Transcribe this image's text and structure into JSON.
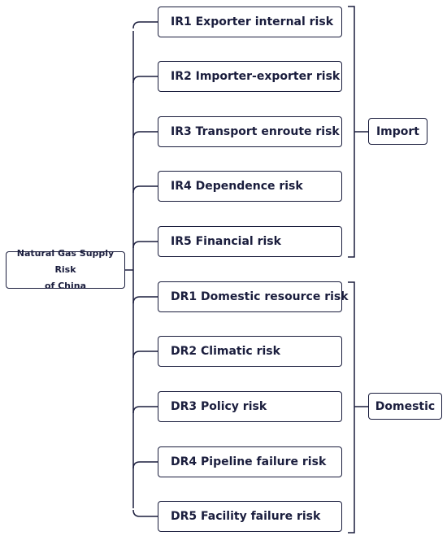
{
  "root": {
    "label_line1": "Natural Gas Supply Risk",
    "label_line2": "of China"
  },
  "groups": [
    {
      "label": "Import",
      "items": [
        {
          "label": "IR1 Exporter internal risk"
        },
        {
          "label": "IR2 Importer-exporter risk"
        },
        {
          "label": "IR3 Transport enroute risk"
        },
        {
          "label": "IR4 Dependence risk"
        },
        {
          "label": "IR5 Financial risk"
        }
      ]
    },
    {
      "label": "Domestic",
      "items": [
        {
          "label": "DR1 Domestic resource risk"
        },
        {
          "label": "DR2 Climatic risk"
        },
        {
          "label": "DR3 Policy risk"
        },
        {
          "label": "DR4 Pipeline failure risk"
        },
        {
          "label": "DR5 Facility failure risk"
        }
      ]
    }
  ],
  "colors": {
    "line": "#1a1d3d",
    "text": "#1a1d3d",
    "background": "#ffffff"
  }
}
